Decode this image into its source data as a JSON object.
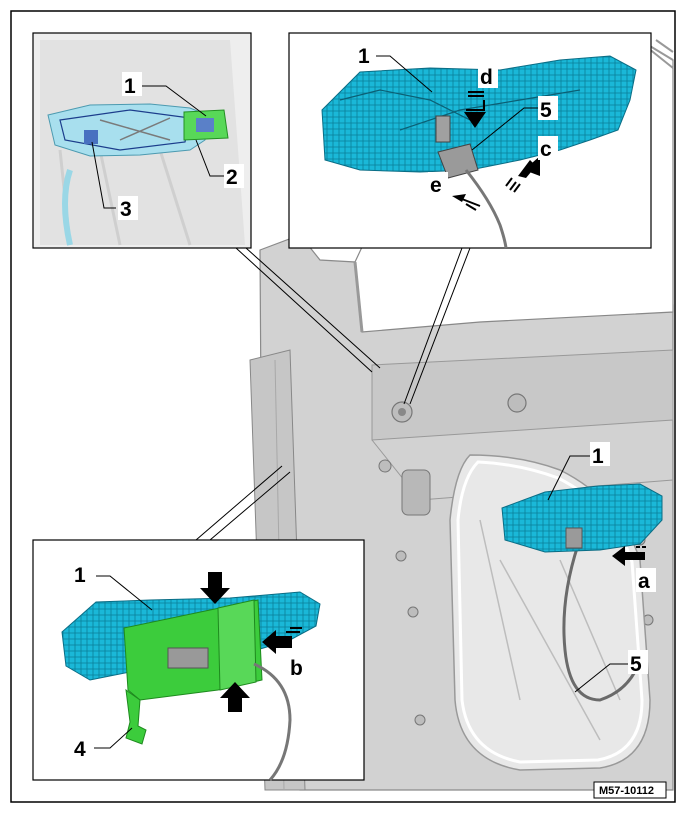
{
  "figure_id": "M57-10112",
  "labels": {
    "main": {
      "part1": "1",
      "part5": "5",
      "arrow_a": "a"
    },
    "inset_top_left": {
      "part1": "1",
      "part2": "2",
      "part3": "3"
    },
    "inset_top_right": {
      "part1": "1",
      "part5": "5",
      "arrow_c": "c",
      "arrow_d": "d",
      "arrow_e": "e"
    },
    "inset_bottom_left": {
      "part1": "1",
      "part4": "4",
      "arrow_b": "b"
    }
  },
  "colors": {
    "carrier_cyan": "#1ab8d8",
    "bracket_green": "#3ccc3c",
    "door_gray": "#d2d2d2",
    "arrow_black": "#000000"
  }
}
